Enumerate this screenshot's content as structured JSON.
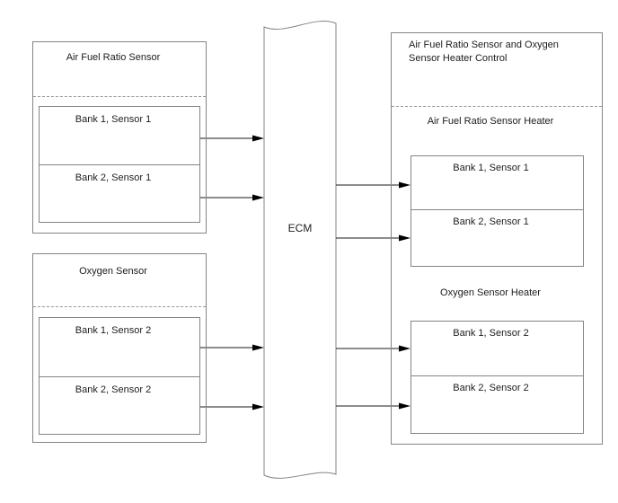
{
  "colors": {
    "background": "#ffffff",
    "box_border": "#848484",
    "dashed_line": "#979797",
    "arrow": "#1a1a1a",
    "text": "#1c1c1c"
  },
  "left_column": {
    "boxes": [
      {
        "title": "Air Fuel Ratio Sensor",
        "cells": [
          "Bank 1, Sensor 1",
          "Bank 2, Sensor 1"
        ]
      },
      {
        "title": "Oxygen Sensor",
        "cells": [
          "Bank 1, Sensor 2",
          "Bank 2, Sensor 2"
        ]
      }
    ]
  },
  "ecm": {
    "label": "ECM"
  },
  "right_column": {
    "box": {
      "title": "Air Fuel Ratio Sensor and Oxygen Sensor Heater Control",
      "sections": [
        {
          "label": "Air Fuel Ratio Sensor Heater",
          "cells": [
            "Bank 1, Sensor 1",
            "Bank 2, Sensor 1"
          ]
        },
        {
          "label": "Oxygen Sensor Heater",
          "cells": [
            "Bank 1, Sensor 2",
            "Bank 2, Sensor 2"
          ]
        }
      ]
    }
  }
}
